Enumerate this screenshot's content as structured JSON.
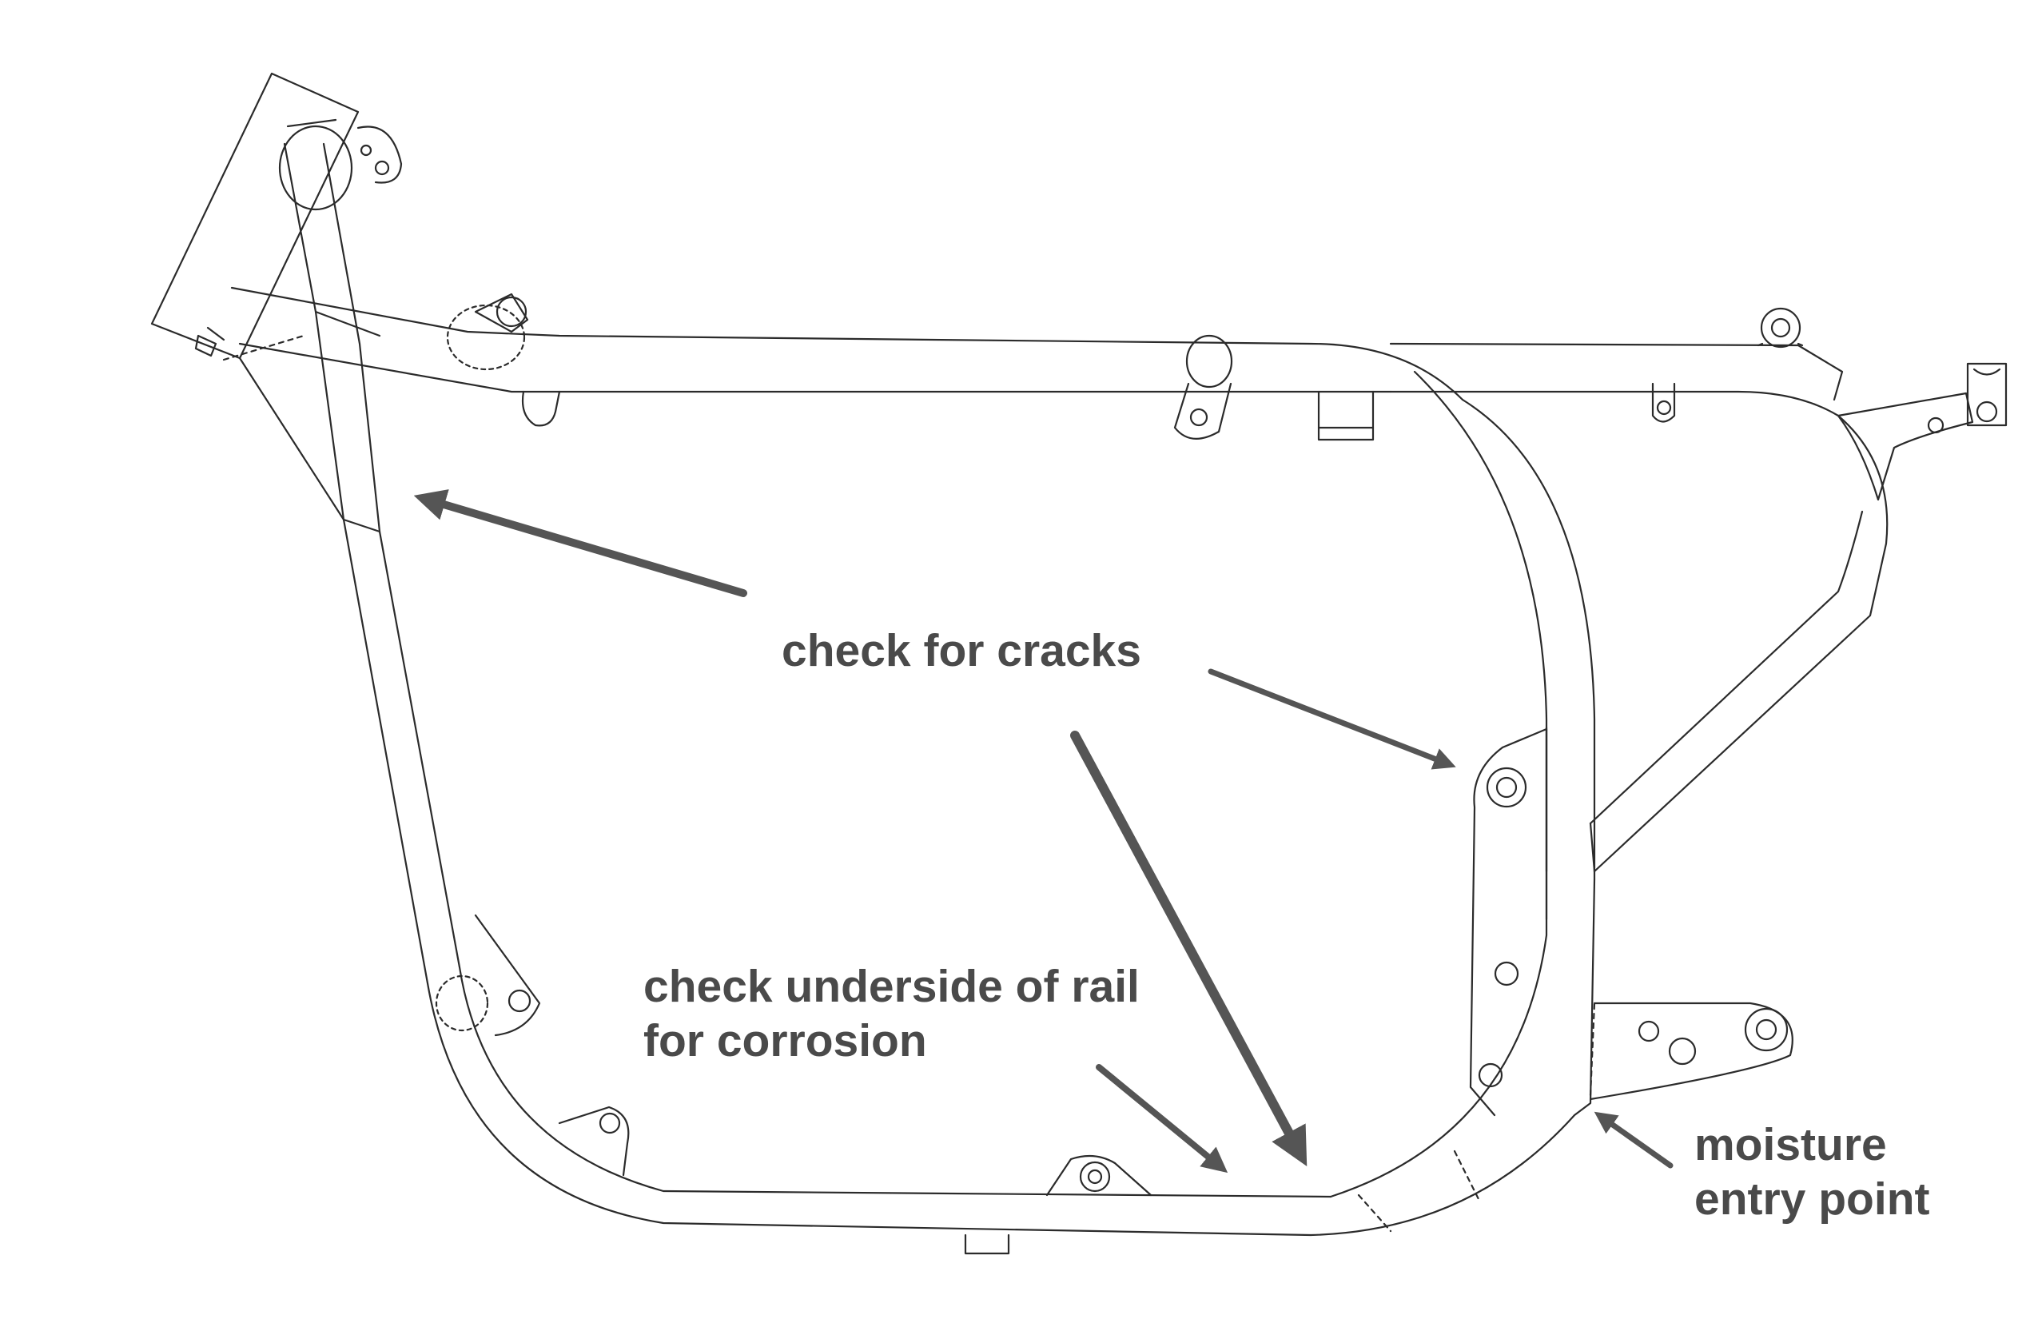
{
  "labels": {
    "cracks": "check for cracks",
    "underside_line1": "check underside of rail",
    "underside_line2": "for corrosion",
    "moisture_line1": "moisture",
    "moisture_line2": "entry point"
  },
  "colors": {
    "line_art": "#2b2b2b",
    "arrow": "#555555",
    "label": "#4a4a4a"
  }
}
